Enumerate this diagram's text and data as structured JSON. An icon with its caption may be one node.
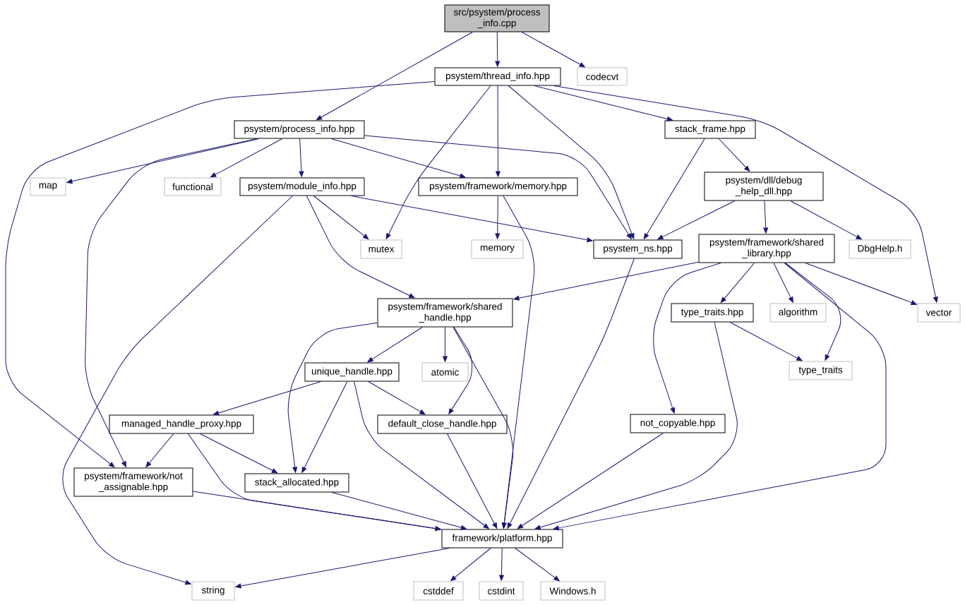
{
  "diagram": {
    "nodes": [
      {
        "text": [
          "src/psystem/process_info.cpp"
        ]
      },
      {
        "text": [
          "psystem/thread_info.hpp"
        ]
      },
      {
        "text": [
          "codecvt"
        ]
      },
      {
        "text": [
          "psystem/process_info.hpp"
        ]
      },
      {
        "text": [
          "stack_frame.hpp"
        ]
      },
      {
        "text": [
          "map"
        ]
      },
      {
        "text": [
          "functional"
        ]
      },
      {
        "text": [
          "psystem/module_info.hpp"
        ]
      },
      {
        "text": [
          "psystem/framework/memory.hpp"
        ]
      },
      {
        "text": [
          "psystem/dll/debug_help_dll.hpp"
        ]
      },
      {
        "text": [
          "mutex"
        ]
      },
      {
        "text": [
          "memory"
        ]
      },
      {
        "text": [
          "psystem_ns.hpp"
        ]
      },
      {
        "text": [
          "psystem/framework/shared_library.hpp"
        ]
      },
      {
        "text": [
          "DbgHelp.h"
        ]
      },
      {
        "text": [
          "psystem/framework/shared_handle.hpp"
        ]
      },
      {
        "text": [
          "type_traits.hpp"
        ]
      },
      {
        "text": [
          "algorithm"
        ]
      },
      {
        "text": [
          "vector"
        ]
      },
      {
        "text": [
          "unique_handle.hpp"
        ]
      },
      {
        "text": [
          "atomic"
        ]
      },
      {
        "text": [
          "type_traits"
        ]
      },
      {
        "text": [
          "managed_handle_proxy.hpp"
        ]
      },
      {
        "text": [
          "default_close_handle.hpp"
        ]
      },
      {
        "text": [
          "not_copyable.hpp"
        ]
      },
      {
        "text": [
          "psystem/framework/not_assignable.hpp"
        ]
      },
      {
        "text": [
          "stack_allocated.hpp"
        ]
      },
      {
        "text": [
          "framework/platform.hpp"
        ]
      },
      {
        "text": [
          "string"
        ]
      },
      {
        "text": [
          "cstddef"
        ]
      },
      {
        "text": [
          "cstdint"
        ]
      },
      {
        "text": [
          "Windows.h"
        ]
      }
    ],
    "edges": [
      {
        "from": 0,
        "to": 1,
        "arrow": "to"
      },
      {
        "from": 0,
        "to": 2,
        "arrow": "to"
      },
      {
        "from": 0,
        "to": 3,
        "arrow": "to"
      },
      {
        "from": 1,
        "to": 25,
        "arrow": "to"
      },
      {
        "from": 1,
        "to": 10,
        "arrow": "to"
      },
      {
        "from": 1,
        "to": 8,
        "arrow": "to"
      },
      {
        "from": 1,
        "to": 12,
        "arrow": "to"
      },
      {
        "from": 1,
        "to": 4,
        "arrow": "to"
      },
      {
        "from": 1,
        "to": 18,
        "arrow": "to"
      },
      {
        "from": 3,
        "to": 5,
        "arrow": "to"
      },
      {
        "from": 3,
        "to": 25,
        "arrow": "to"
      },
      {
        "from": 3,
        "to": 6,
        "arrow": "to"
      },
      {
        "from": 3,
        "to": 7,
        "arrow": "to"
      },
      {
        "from": 3,
        "to": 8,
        "arrow": "to"
      },
      {
        "from": 3,
        "to": 12,
        "arrow": "to"
      },
      {
        "from": 4,
        "to": 12,
        "arrow": "to"
      },
      {
        "from": 4,
        "to": 9,
        "arrow": "to"
      },
      {
        "from": 7,
        "to": 28,
        "arrow": "to"
      },
      {
        "from": 7,
        "to": 15,
        "arrow": "to"
      },
      {
        "from": 7,
        "to": 10,
        "arrow": "to"
      },
      {
        "from": 7,
        "to": 12,
        "arrow": "to"
      },
      {
        "from": 8,
        "to": 11,
        "arrow": "to"
      },
      {
        "from": 8,
        "to": 27,
        "arrow": "to"
      },
      {
        "from": 9,
        "to": 12,
        "arrow": "to"
      },
      {
        "from": 9,
        "to": 13,
        "arrow": "to"
      },
      {
        "from": 9,
        "to": 14,
        "arrow": "to"
      },
      {
        "from": 12,
        "to": 27,
        "arrow": "to"
      },
      {
        "from": 13,
        "to": 15,
        "arrow": "to"
      },
      {
        "from": 13,
        "to": 24,
        "arrow": "to"
      },
      {
        "from": 13,
        "to": 16,
        "arrow": "to"
      },
      {
        "from": 13,
        "to": 17,
        "arrow": "to"
      },
      {
        "from": 13,
        "to": 21,
        "arrow": "to"
      },
      {
        "from": 13,
        "to": 18,
        "arrow": "to"
      },
      {
        "from": 13,
        "to": 27,
        "arrow": "to"
      },
      {
        "from": 15,
        "to": 26,
        "arrow": "to"
      },
      {
        "from": 15,
        "to": 19,
        "arrow": "to"
      },
      {
        "from": 15,
        "to": 20,
        "arrow": "to"
      },
      {
        "from": 15,
        "to": 23,
        "arrow": "to"
      },
      {
        "from": 15,
        "to": 27,
        "arrow": "to"
      },
      {
        "from": 16,
        "to": 21,
        "arrow": "to"
      },
      {
        "from": 16,
        "to": 27,
        "arrow": "to"
      },
      {
        "from": 19,
        "to": 22,
        "arrow": "to"
      },
      {
        "from": 19,
        "to": 26,
        "arrow": "to"
      },
      {
        "from": 19,
        "to": 27,
        "arrow": "to"
      },
      {
        "from": 19,
        "to": 23,
        "arrow": "to"
      },
      {
        "from": 22,
        "to": 25,
        "arrow": "to"
      },
      {
        "from": 22,
        "to": 27,
        "arrow": "to"
      },
      {
        "from": 22,
        "to": 26,
        "arrow": "to"
      },
      {
        "from": 23,
        "to": 27,
        "arrow": "to"
      },
      {
        "from": 24,
        "to": 27,
        "arrow": "to"
      },
      {
        "from": 25,
        "to": 27,
        "arrow": "to"
      },
      {
        "from": 26,
        "to": 27,
        "arrow": "to"
      },
      {
        "from": 27,
        "to": 28,
        "arrow": "to"
      },
      {
        "from": 27,
        "to": 29,
        "arrow": "to"
      },
      {
        "from": 27,
        "to": 30,
        "arrow": "to"
      },
      {
        "from": 27,
        "to": 31,
        "arrow": "to"
      }
    ]
  }
}
